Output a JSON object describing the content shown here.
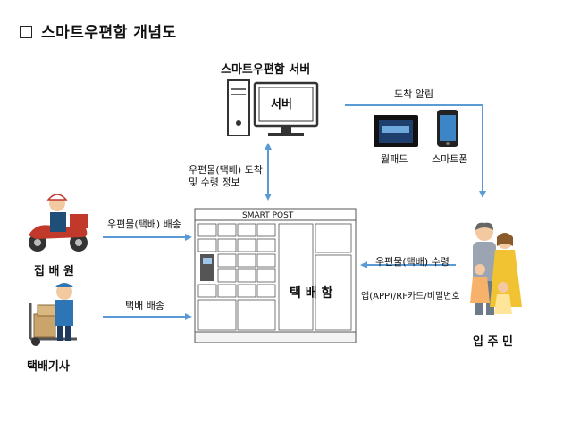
{
  "title": "스마트우편함 개념도",
  "server": {
    "title": "스마트우편함 서버",
    "monitor_text": "서버"
  },
  "labels": {
    "arrival_alert": "도착 알림",
    "wallpad": "월패드",
    "smartphone": "스마트폰",
    "mail_arrival_1": "우편물(택배) 도착",
    "mail_arrival_2": "및 수령 정보",
    "mail_delivery": "우편물(택배) 배송",
    "parcel_delivery": "택배 배송",
    "mail_receive": "우편물(택배) 수령",
    "auth_methods": "앱(APP)/RF카드/비밀번호"
  },
  "locker": {
    "header": "SMART POST",
    "name": "택 배 함"
  },
  "actors": {
    "postman": "집 배 원",
    "courier": "택배기사",
    "resident": "입 주 민"
  },
  "colors": {
    "arrow": "#5b9bd5",
    "line": "#555555"
  }
}
